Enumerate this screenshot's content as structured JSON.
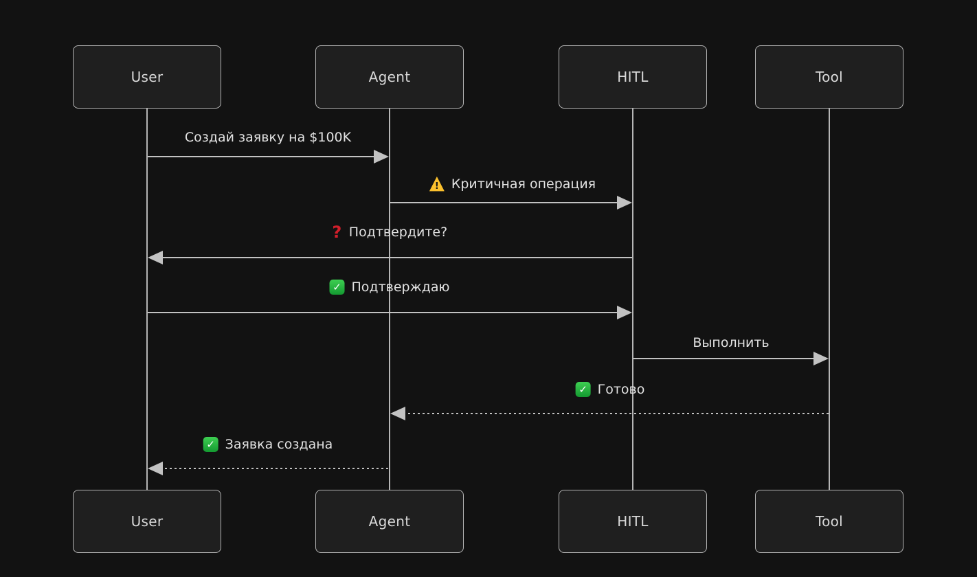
{
  "diagram": {
    "type": "sequence",
    "theme": "dark"
  },
  "colors": {
    "background": "#121212",
    "actor_fill": "#1f1f1f",
    "actor_border": "#b5b5b5",
    "line": "#c2c2c2",
    "text": "#e2e2e2",
    "warning_yellow": "#fbc02d",
    "question_red": "#d21f2b",
    "check_green": "#1fa93c"
  },
  "actors": [
    {
      "label": "User"
    },
    {
      "label": "Agent"
    },
    {
      "label": "HITL"
    },
    {
      "label": "Tool"
    }
  ],
  "messages": [
    {
      "from": "User",
      "to": "Agent",
      "icon": "none",
      "label": "Создай заявку на $100K",
      "style": "solid"
    },
    {
      "from": "Agent",
      "to": "HITL",
      "icon": "warning-icon",
      "label": "Критичная операция",
      "style": "solid"
    },
    {
      "from": "HITL",
      "to": "User",
      "icon": "question-icon",
      "label": "Подтвердите?",
      "style": "solid"
    },
    {
      "from": "User",
      "to": "HITL",
      "icon": "check-icon",
      "label": "Подтверждаю",
      "style": "solid"
    },
    {
      "from": "HITL",
      "to": "Tool",
      "icon": "none",
      "label": "Выполнить",
      "style": "solid"
    },
    {
      "from": "Tool",
      "to": "Agent",
      "icon": "check-icon",
      "label": "Готово",
      "style": "dashed"
    },
    {
      "from": "Agent",
      "to": "User",
      "icon": "check-icon",
      "label": "Заявка создана",
      "style": "dashed"
    }
  ]
}
